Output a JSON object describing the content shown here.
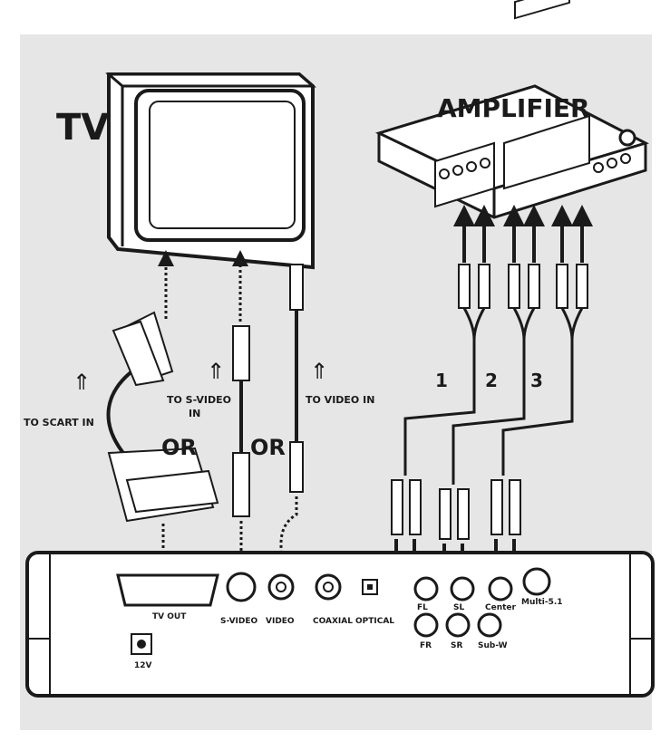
{
  "colors": {
    "background": "#e6e6e6",
    "line": "#1a1a1a",
    "fill": "#ffffff",
    "connector": "#4a4a4a"
  },
  "tv": {
    "label": "TV"
  },
  "amplifier": {
    "label": "AMPLIFIER"
  },
  "connections": {
    "scart": "TO SCART IN",
    "svideo_line1": "TO S-VIDEO",
    "svideo_line2": "IN",
    "video": "TO VIDEO IN",
    "or_label": "OR"
  },
  "cable_numbers": [
    "1",
    "2",
    "3"
  ],
  "player_ports": {
    "tv_out": "TV OUT",
    "svideo": "S-VIDEO",
    "video": "VIDEO",
    "coaxial": "COAXIAL",
    "optical": "OPTICAL",
    "power": "12V",
    "fl": "FL",
    "sl": "SL",
    "center": "Center",
    "multi": "Multi-5.1",
    "fr": "FR",
    "sr": "SR",
    "subw": "Sub-W"
  },
  "icons": {
    "up_arrow": "double-up-arrow-icon"
  }
}
